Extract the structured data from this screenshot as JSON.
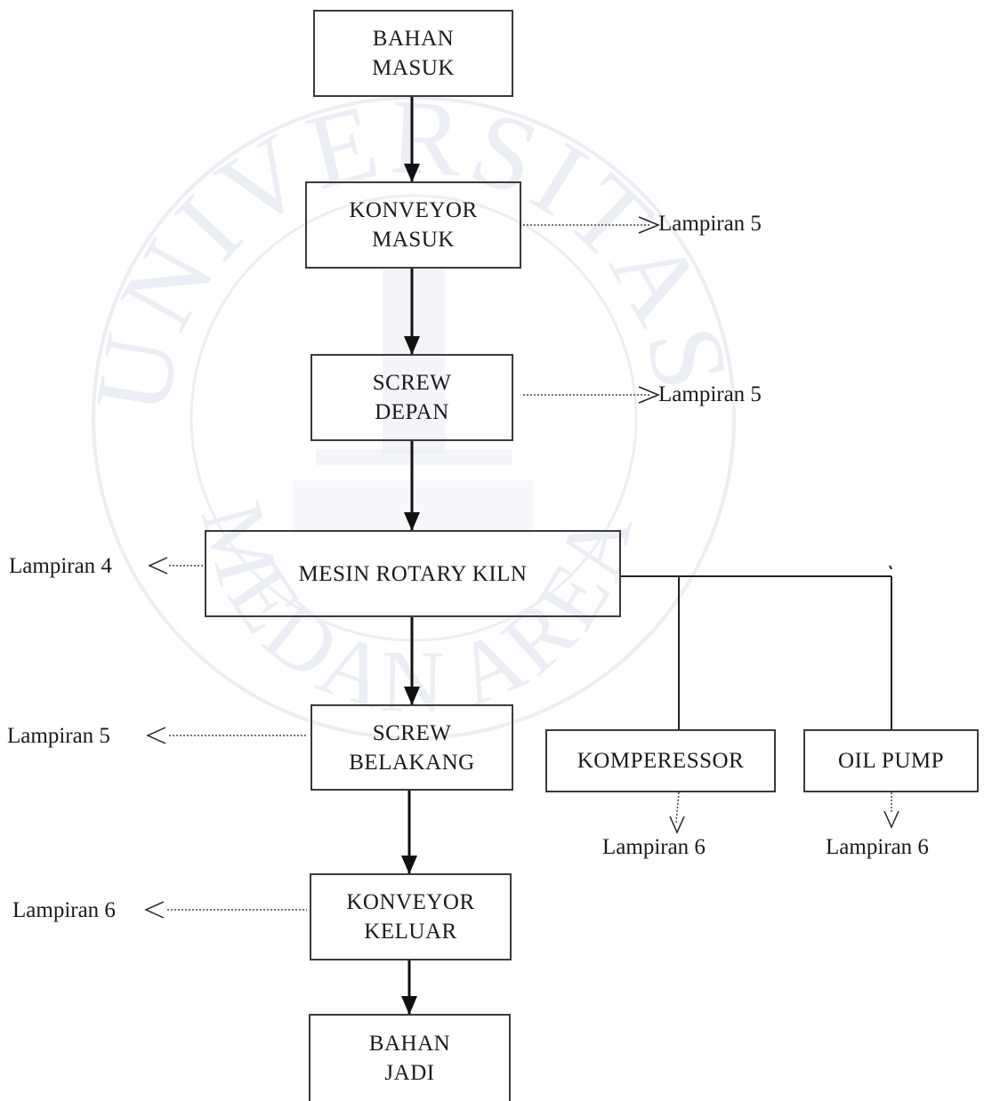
{
  "nodes": {
    "bahan_masuk": {
      "line1": "BAHAN",
      "line2": "MASUK"
    },
    "konveyor_masuk": {
      "line1": "KONVEYOR",
      "line2": "MASUK"
    },
    "screw_depan": {
      "line1": "SCREW",
      "line2": "DEPAN"
    },
    "mesin_rotary_kiln": {
      "line1": "MESIN ROTARY KILN"
    },
    "screw_belakang": {
      "line1": "SCREW",
      "line2": "BELAKANG"
    },
    "komperessor": {
      "line1": "KOMPERESSOR"
    },
    "oil_pump": {
      "line1": "OIL PUMP"
    },
    "konveyor_keluar": {
      "line1": "KONVEYOR",
      "line2": "KELUAR"
    },
    "bahan_jadi": {
      "line1": "BAHAN",
      "line2": "JADI"
    }
  },
  "references": {
    "konveyor_masuk": "Lampiran 5",
    "screw_depan": "Lampiran 5",
    "mesin_rotary_kiln": "Lampiran 4",
    "screw_belakang": "Lampiran 5",
    "komperessor": "Lampiran 6",
    "oil_pump": "Lampiran 6",
    "konveyor_keluar": "Lampiran 6"
  },
  "watermark": {
    "top_text": "UNIVERSITAS",
    "bottom_text": "MEDAN AREA"
  }
}
